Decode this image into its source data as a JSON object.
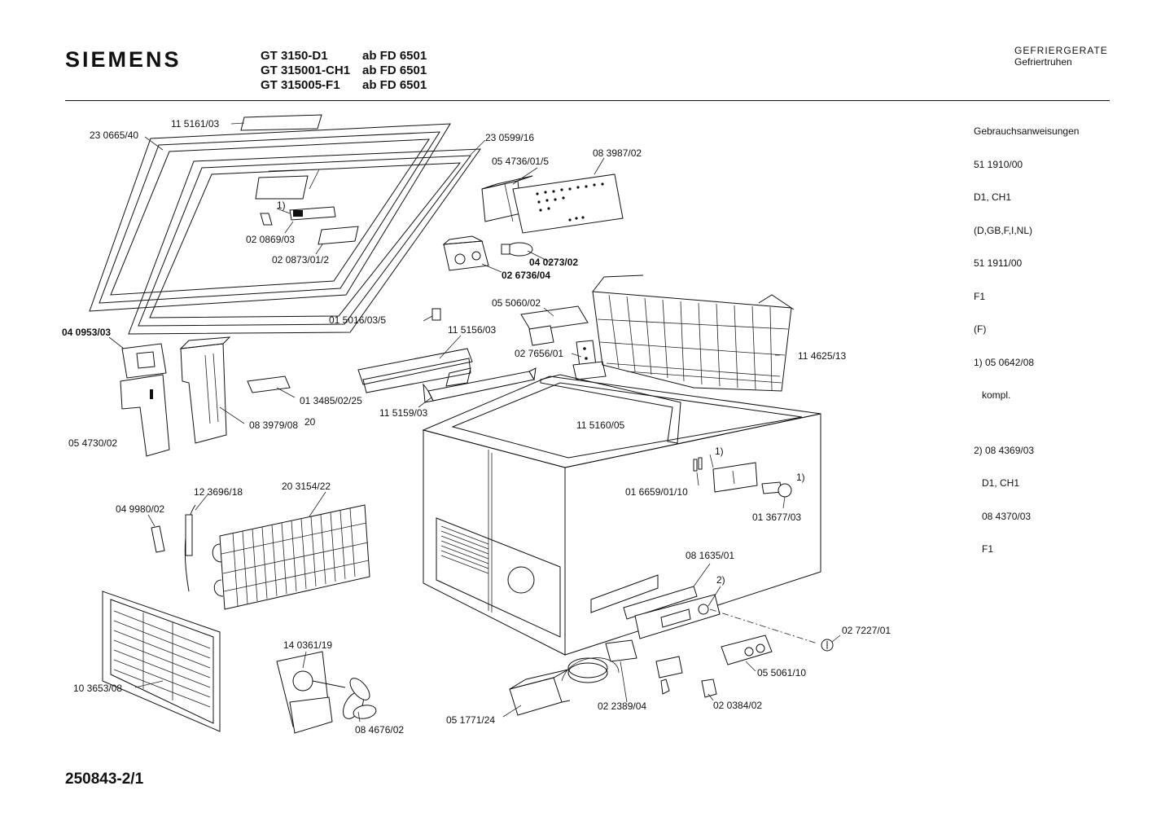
{
  "header": {
    "brand": "SIEMENS",
    "models": [
      {
        "model": "GT 3150-D1",
        "range": "ab FD 6501"
      },
      {
        "model": "GT 315001-CH1",
        "range": "ab FD 6501"
      },
      {
        "model": "GT 315005-F1",
        "range": "ab FD 6501"
      }
    ],
    "category_main": "GEFRIERGERATE",
    "category_sub": "Gefriertruhen"
  },
  "notes": {
    "lines": [
      "Gebrauchsanweisungen",
      "51 1910/00",
      "D1, CH1",
      "(D,GB,F,I,NL)",
      "51 1911/00",
      "F1",
      "(F)",
      "1) 05 0642/08",
      "   kompl.",
      "",
      "2) 08 4369/03",
      "   D1, CH1",
      "   08 4370/03",
      "   F1"
    ]
  },
  "parts": {
    "p01": "11 5161/03",
    "p02": "23 0665/40",
    "p03": "23 0599/16",
    "p04": "05 4736/01/5",
    "p05": "08 3987/02",
    "p06": "1)",
    "p07": "02 0869/03",
    "p08": "02 0873/01/2",
    "p09": "04 0273/02",
    "p10": "02 6736/04",
    "p11": "05 5060/02",
    "p12": "01 5016/03/5",
    "p13": "11 5156/03",
    "p14": "04 0953/03",
    "p15": "02 7656/01",
    "p16": "11 4625/13",
    "p17": "01 3485/02/25",
    "p18": "08 3979/08",
    "p19": "20",
    "p20": "11 5159/03",
    "p21": "11 5160/05",
    "p22": "05 4730/02",
    "p23": "1)",
    "p24": "1)",
    "p25": "01 6659/01/10",
    "p26": "01 3677/03",
    "p27": "12 3696/18",
    "p28": "20 3154/22",
    "p29": "04 9980/02",
    "p30": "08 1635/01",
    "p31": "2)",
    "p32": "02 7227/01",
    "p33": "14 0361/19",
    "p34": "05 5061/10",
    "p35": "10 3653/08",
    "p36": "02 2389/04",
    "p37": "02 0384/02",
    "p38": "05 1771/24",
    "p39": "08 4676/02"
  },
  "footer": {
    "doc_number": "250843-2/1"
  }
}
